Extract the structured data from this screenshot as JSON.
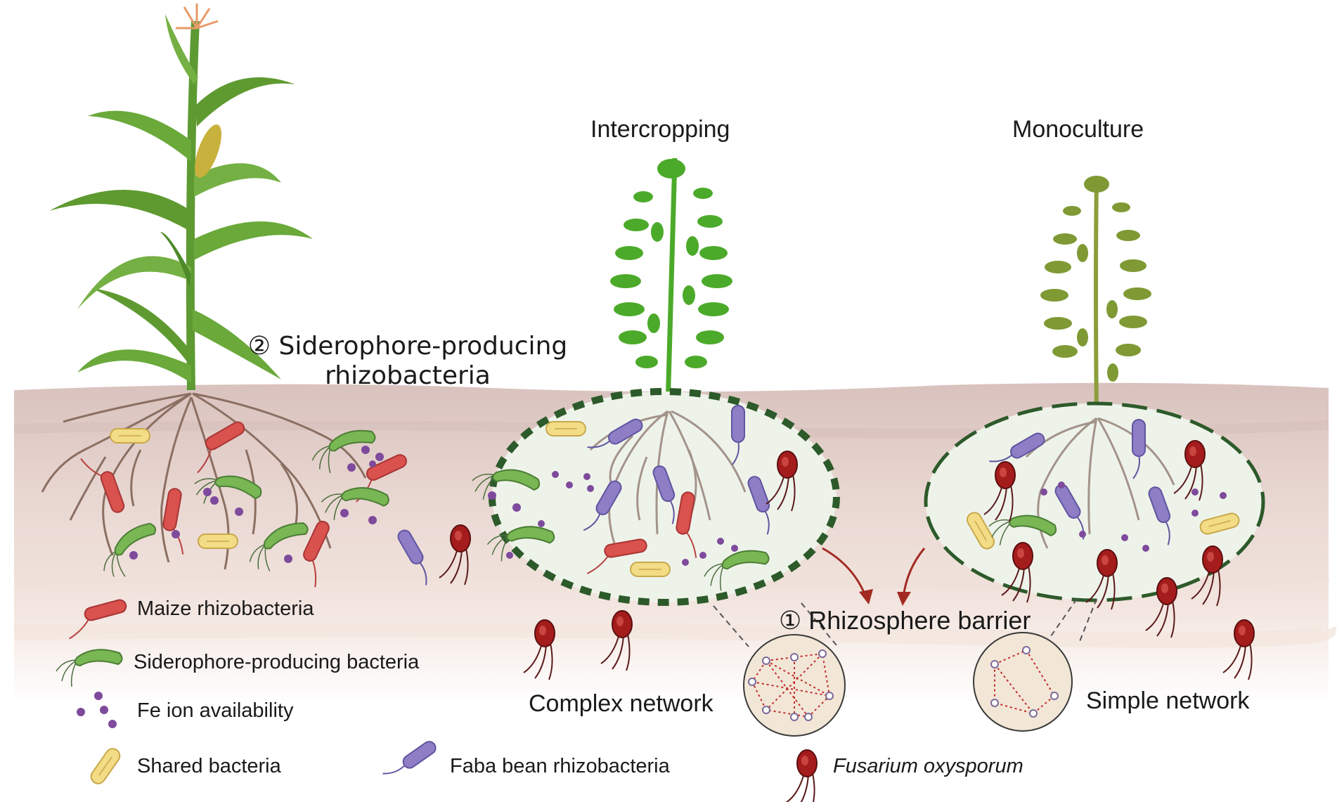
{
  "headings": {
    "intercropping": "Intercropping",
    "monoculture": "Monoculture"
  },
  "annotations": {
    "siderophore_line1": "② Siderophore-producing",
    "siderophore_line2": "rhizobacteria",
    "rhizosphere_barrier": "① Rhizosphere barrier",
    "complex_network": "Complex network",
    "simple_network": "Simple network"
  },
  "legend": {
    "maize": "Maize rhizobacteria",
    "siderophore": "Siderophore-producing bacteria",
    "fe": "Fe ion availability",
    "shared": "Shared bacteria",
    "faba": "Faba bean rhizobacteria",
    "fusarium": "Fusarium oxysporum"
  },
  "colors": {
    "soil_top": "#d8c0bc",
    "soil_mid": "#ecdcd6",
    "soil_low": "#f6e9e2",
    "maize_stalk": "#5e9a32",
    "maize_leaf": "#6aa93a",
    "faba_intercrop": "#4caa2a",
    "faba_mono": "#7f9a34",
    "root": "#8b6f62",
    "maize_bacteria": "#d9524e",
    "siderophore_bacteria": "#79b654",
    "fe_ion": "#7e4a9c",
    "shared_bacteria": "#f3dc86",
    "faba_bacteria": "#8f7dc6",
    "fusarium": "#a51c1c",
    "barrier": "#2d5a2a",
    "arrow": "#a22a22",
    "network_line": "#c22b2b"
  }
}
